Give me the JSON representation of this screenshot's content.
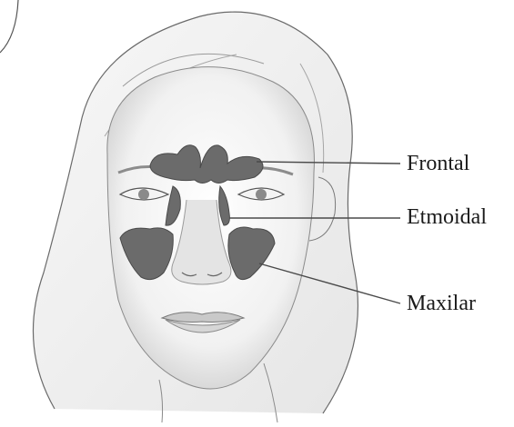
{
  "labels": {
    "frontal": "Frontal",
    "etmoidal": "Etmoidal",
    "maxilar": "Maxilar"
  },
  "colors": {
    "sinus_fill": "#6b6b6b",
    "line": "#4a4a4a",
    "skin_shade": "#d9d9d9",
    "background": "#ffffff"
  },
  "icons": {
    "illustration": "face-sinus-anatomy-illustration"
  }
}
